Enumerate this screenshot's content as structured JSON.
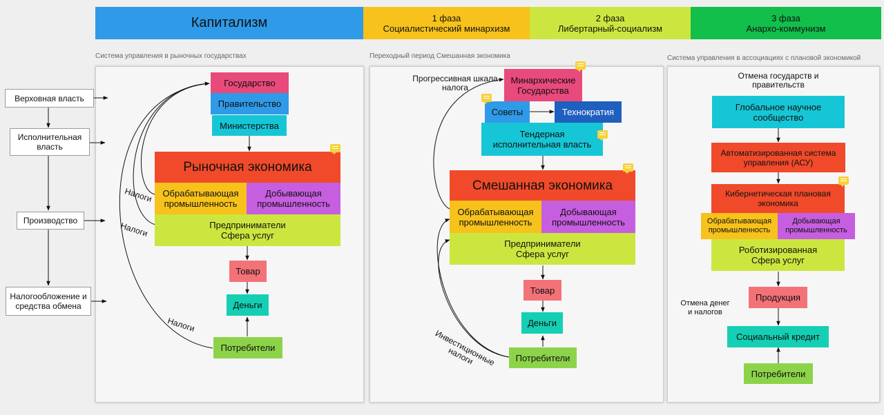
{
  "header": {
    "capitalism": "Капитализм",
    "phase1": {
      "num": "1 фаза",
      "name": "Социалистический минархизм"
    },
    "phase2": {
      "num": "2 фаза",
      "name": "Либертарный-социализм"
    },
    "phase3": {
      "num": "3 фаза",
      "name": "Анархо-коммунизм"
    }
  },
  "captions": {
    "c1": "Система управления в рыночных государствах",
    "c2": "Переходный период Смешанная экономика",
    "c3": "Система управления в ассоциациях с плановой экономикой"
  },
  "left": {
    "supreme": "Верховная власть",
    "executive": "Исполнительная власть",
    "production": "Производство",
    "taxation": "Налогообложение и средства обмена"
  },
  "p1": {
    "state": "Государство",
    "government": "Правительство",
    "ministries": "Министерства",
    "market": "Рыночная экономика",
    "processing": "Обрабатывающая промышленность",
    "mining": "Добывающая промышленность",
    "entrepreneurs": "Предприниматели Сфера услуг",
    "goods": "Товар",
    "money": "Деньги",
    "consumers": "Потребители",
    "taxes1": "Налоги",
    "taxes2": "Налоги",
    "taxes3": "Налоги"
  },
  "p2": {
    "progressive": "Прогрессивная шкала налога",
    "minarchic": "Минархические Государства",
    "soviets": "Советы",
    "technocracy": "Технократия",
    "tender": "Тендерная исполнительная власть",
    "mixed": "Смешанная экономика",
    "processing": "Обрабатывающая промышленность",
    "mining": "Добывающая промышленность",
    "entrepreneurs": "Предприниматели Сфера услуг",
    "goods": "Товар",
    "money": "Деньги",
    "consumers": "Потребители",
    "invest": "Инвестиционные налоги"
  },
  "p3": {
    "abolition": "Отмена государств и правительств",
    "global": "Глобальное научное сообщество",
    "asu": "Автоматизированная система управления (АСУ)",
    "cyber": "Кибернетическая плановая экономика",
    "processing": "Обрабатывающая промышленность",
    "mining": "Добывающая промышленность",
    "robot": "Роботизированная Сфера услуг",
    "products": "Продукция",
    "nomoney": "Отмена денег и налогов",
    "credit": "Социальный кредит",
    "consumers": "Потребители"
  },
  "colors": {
    "blue": "#2f9ae8",
    "yellow": "#f6c21b",
    "lime": "#cde63f",
    "green": "#12bf4b",
    "pink": "#e84a7c",
    "orange": "#f04a2a",
    "violet": "#c65ee0",
    "cyan": "#16c6d6",
    "teal": "#14cfb4",
    "salmon": "#f37278",
    "grass": "#8dd34a",
    "navy": "#1f5fbf"
  }
}
